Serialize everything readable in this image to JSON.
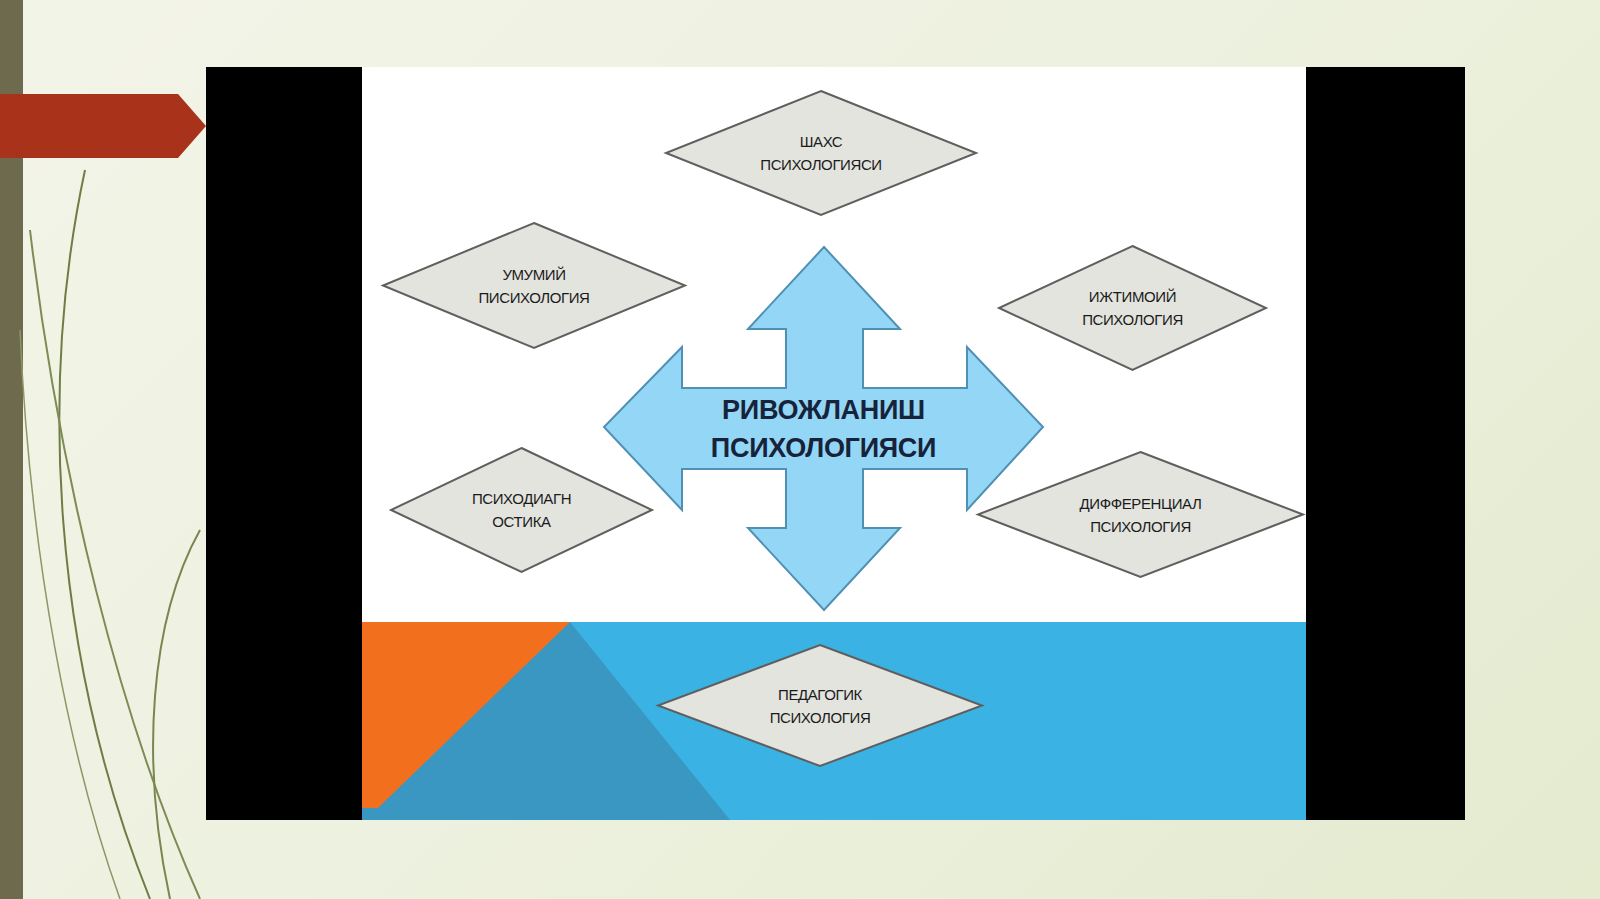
{
  "diagram": {
    "nodes": [
      {
        "text": [
          "ШАХС ПСИХОЛОГИЯСИ"
        ]
      },
      {
        "text": [
          "УМУМИЙ ПИСИХОЛОГИЯ"
        ]
      },
      {
        "text": [
          "ИЖТИМОИЙ ПСИХОЛОГИЯ"
        ]
      },
      {
        "text": [
          "РИВОЖЛАНИШ ПСИХОЛОГИЯСИ"
        ]
      },
      {
        "text": [
          "ПСИХОДИАГН ОСТИКА"
        ]
      },
      {
        "text": [
          "ДИФФЕРЕНЦИАЛ ПСИХОЛОГИЯ"
        ]
      },
      {
        "text": [
          "ПЕДАГОГИК ПСИХОЛОГИЯ"
        ]
      }
    ]
  }
}
